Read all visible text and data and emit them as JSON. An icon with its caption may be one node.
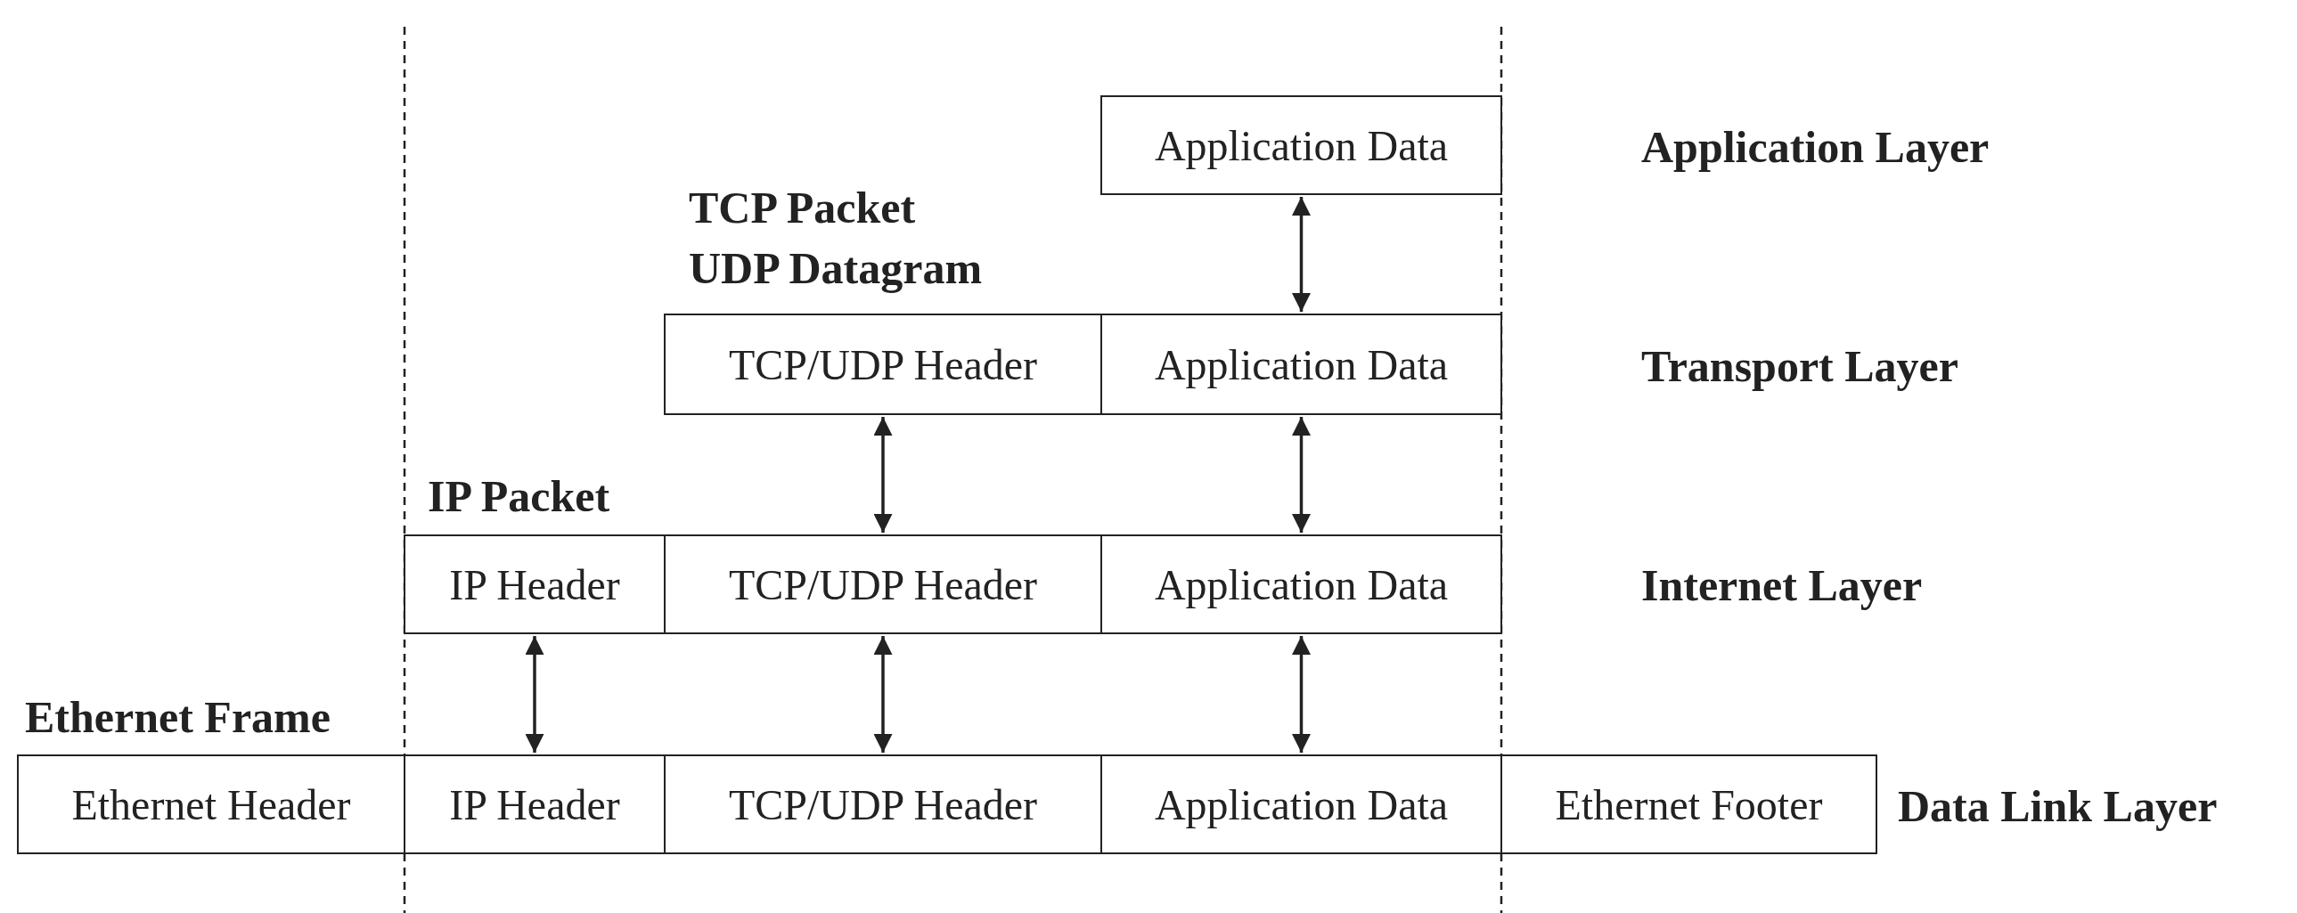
{
  "diagram": {
    "nodes": [
      {
        "text": [
          "Application Data"
        ]
      },
      {
        "text": [
          "TCP/UDP Header"
        ]
      },
      {
        "text": [
          "Application Data"
        ]
      },
      {
        "text": [
          "IP Header"
        ]
      },
      {
        "text": [
          "TCP/UDP Header"
        ]
      },
      {
        "text": [
          "Application Data"
        ]
      },
      {
        "text": [
          "Ethernet Header"
        ]
      },
      {
        "text": [
          "IP Header"
        ]
      },
      {
        "text": [
          "TCP/UDP Header"
        ]
      },
      {
        "text": [
          "Application Data"
        ]
      },
      {
        "text": [
          "Ethernet Footer"
        ]
      }
    ],
    "edges": [
      {
        "from": 0,
        "to": 2,
        "arrow": "both"
      },
      {
        "from": 1,
        "to": 4,
        "arrow": "both"
      },
      {
        "from": 2,
        "to": 5,
        "arrow": "both"
      },
      {
        "from": 3,
        "to": 7,
        "arrow": "both"
      },
      {
        "from": 4,
        "to": 8,
        "arrow": "both"
      },
      {
        "from": 5,
        "to": 9,
        "arrow": "both"
      }
    ],
    "labels": [
      "Application Layer",
      "TCP Packet",
      "UDP Datagram",
      "Transport Layer",
      "IP Packet",
      "Internet Layer",
      "Ethernet Frame",
      "Data Link Layer"
    ]
  }
}
